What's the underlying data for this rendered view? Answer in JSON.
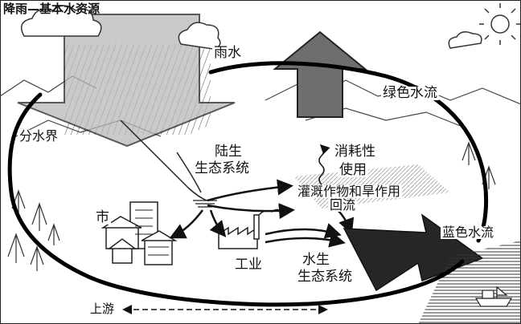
{
  "title": "降雨—基本水资源",
  "labels": {
    "rain": "雨水",
    "green_flow": "绿色水流",
    "watershed": "分水界",
    "land_eco_1": "陆生",
    "land_eco_2": "生态系统",
    "consumptive_1": "消耗性",
    "consumptive_2": "使用",
    "irrigation": "灌溉作物和旱作用",
    "return_flow": "回流",
    "city": "市",
    "industry": "工业",
    "aquatic_1": "水生",
    "aquatic_2": "生态系统",
    "blue_flow": "蓝色水流",
    "upstream": "上游"
  },
  "colors": {
    "rain_arrow": "#b9b9b9",
    "green_arrow": "#6e6e6e",
    "blue_arrow": "#262626",
    "loop": "#000000",
    "text": "#111111"
  }
}
